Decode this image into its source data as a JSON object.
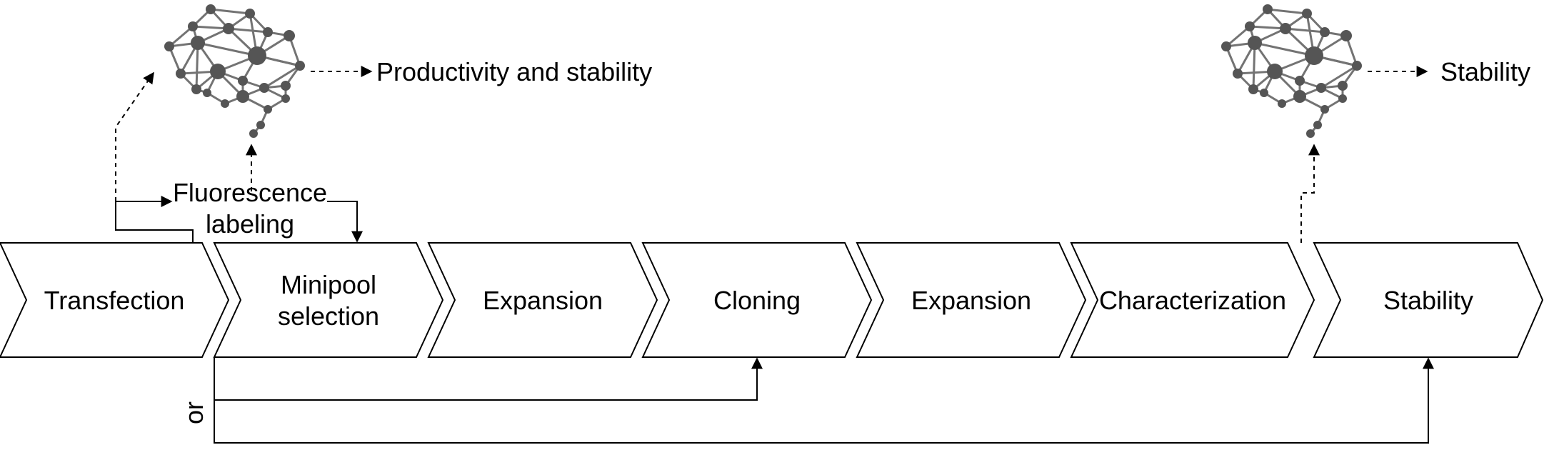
{
  "stages": [
    {
      "lines": [
        "Transfection"
      ]
    },
    {
      "lines": [
        "Minipool",
        "selection"
      ]
    },
    {
      "lines": [
        "Expansion"
      ]
    },
    {
      "lines": [
        "Cloning"
      ]
    },
    {
      "lines": [
        "Expansion"
      ]
    },
    {
      "lines": [
        "Characterization"
      ]
    },
    {
      "lines": [
        "Stability"
      ]
    }
  ],
  "side_step": {
    "lines": [
      "Fluorescence",
      "labeling"
    ]
  },
  "outputs": {
    "left": "Productivity and stability",
    "right": "Stability"
  },
  "branch_label": "or",
  "icons": [
    "neural-network-icon",
    "neural-network-icon"
  ],
  "colors": {
    "stroke": "#000000",
    "icon": "#555555"
  }
}
